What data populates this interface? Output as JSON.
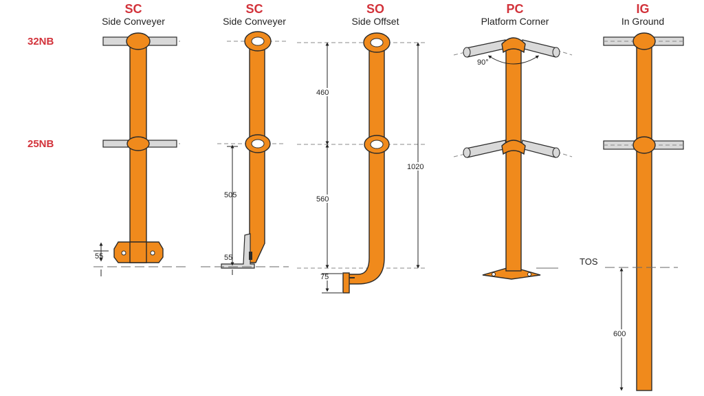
{
  "colors": {
    "post": "#f08a1c",
    "outline": "#2a2a2a",
    "rail": "#d9d9d9",
    "label_red": "#d2323a"
  },
  "columns": [
    {
      "code": "SC",
      "name": "Side Conveyer"
    },
    {
      "code": "SC",
      "name": "Side Conveyer"
    },
    {
      "code": "SO",
      "name": "Side Offset"
    },
    {
      "code": "PC",
      "name": "Platform Corner"
    },
    {
      "code": "IG",
      "name": "In Ground"
    }
  ],
  "rail_sizes": {
    "top": "32NB",
    "mid": "25NB"
  },
  "dimensions": {
    "sc1_base": "55",
    "sc2_height": "505",
    "sc2_base": "55",
    "so_upper": "460",
    "so_lower": "560",
    "so_total": "1020",
    "so_foot": "75",
    "pc_angle": "90°",
    "ig_ground": "TOS",
    "ig_depth": "600"
  }
}
